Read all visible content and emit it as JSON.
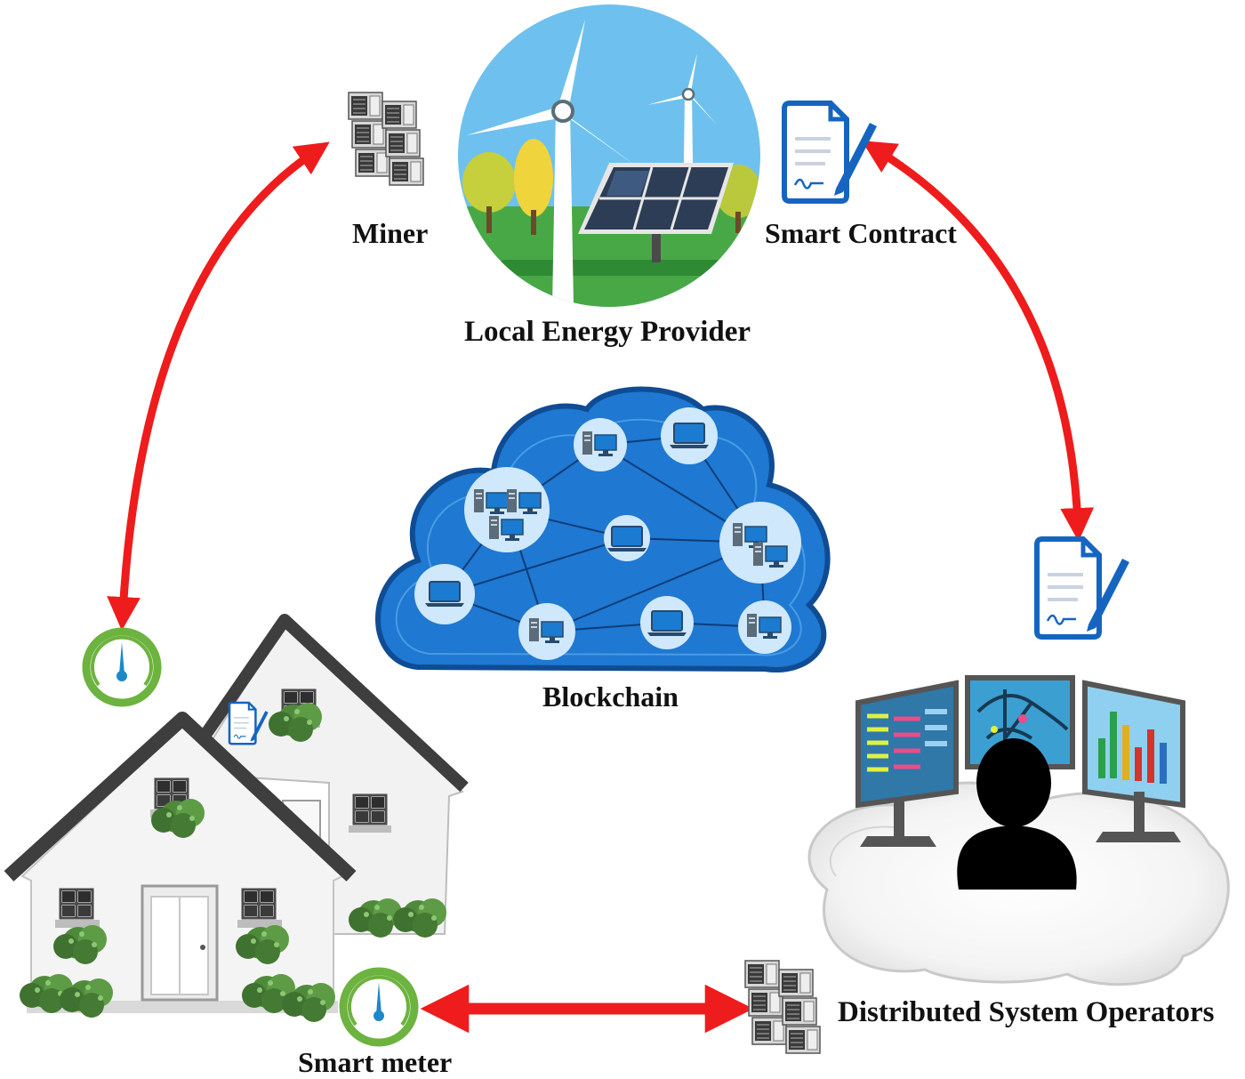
{
  "labels": {
    "miner": "Miner",
    "smart_contract": "Smart Contract",
    "local_energy_provider": "Local Energy Provider",
    "blockchain": "Blockchain",
    "smart_meter": "Smart meter",
    "distributed_system_operators": "Distributed System Operators"
  },
  "colors": {
    "arrow": "#ee1c1c",
    "cloud": "#1f78d1",
    "meter_ring": "#6cb33f",
    "document_blue": "#1565c0",
    "sky": "#6ec1ee",
    "grass": "#48a846"
  },
  "icons": [
    "server-icon",
    "document-icon",
    "smart-meter-icon",
    "wind-turbine-icon",
    "solar-panel-icon",
    "computer-icon",
    "laptop-icon",
    "house-icon",
    "operator-icon",
    "monitor-icon"
  ]
}
